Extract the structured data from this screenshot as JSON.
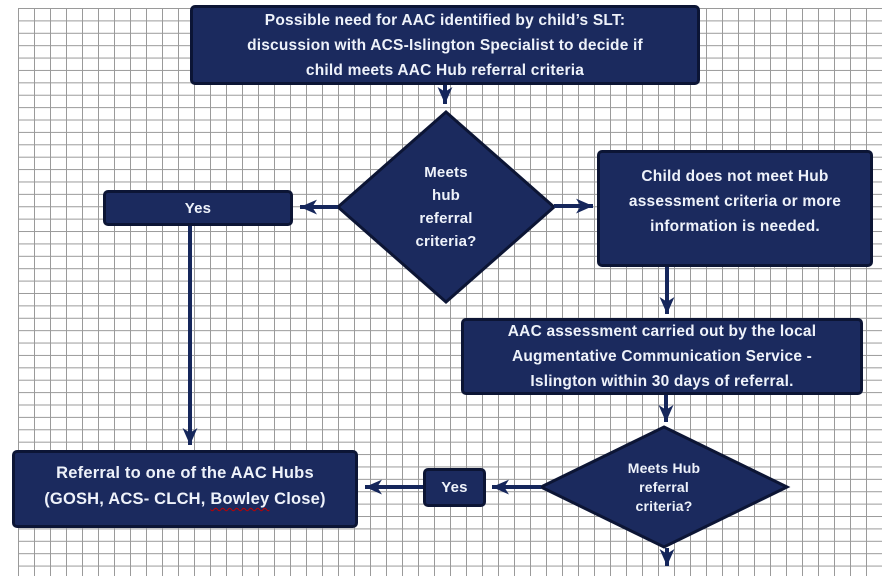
{
  "diagram": {
    "type": "flowchart",
    "subject": "AAC Hub referral pathway",
    "style": {
      "page_color": "#ffffff",
      "grid_color": "#9a9a9a",
      "node_fill": "#1b2a5e",
      "node_border": "#0c1535",
      "node_text_color": "#eef2fa",
      "connector_color": "#15265b",
      "spellcheck_underline_color": "#c00000"
    },
    "nodes": {
      "start": {
        "shape": "rectangle",
        "lines": [
          "Possible need for AAC identified by child’s SLT:",
          "discussion with ACS-Islington Specialist to decide if",
          "child meets AAC Hub referral criteria"
        ]
      },
      "decision1": {
        "shape": "diamond",
        "lines": [
          "Meets",
          "hub",
          "referral",
          "criteria?"
        ]
      },
      "yes1": {
        "shape": "rectangle",
        "label": "Yes"
      },
      "not_met": {
        "shape": "rectangle",
        "lines": [
          "Child does not meet Hub",
          "assessment criteria or more",
          "information is needed."
        ]
      },
      "assessment": {
        "shape": "rectangle",
        "lines": [
          "AAC assessment carried out by the local",
          "Augmentative Communication Service -",
          "Islington within 30 days of referral."
        ]
      },
      "decision2": {
        "shape": "diamond",
        "lines": [
          "Meets Hub",
          "referral",
          "criteria?"
        ]
      },
      "yes2": {
        "shape": "rectangle",
        "label": "Yes"
      },
      "referral_hubs": {
        "shape": "rectangle",
        "line1": "Referral to one of the AAC Hubs",
        "line2_prefix": "(GOSH, ACS- CLCH, ",
        "line2_spellchecked_word": "Bowley",
        "line2_suffix": " Close)"
      }
    },
    "connectors": [
      {
        "from": "start",
        "to": "decision1"
      },
      {
        "from": "decision1",
        "to": "yes1"
      },
      {
        "from": "decision1",
        "to": "not_met"
      },
      {
        "from": "yes1",
        "to": "referral_hubs"
      },
      {
        "from": "not_met",
        "to": "assessment"
      },
      {
        "from": "assessment",
        "to": "decision2"
      },
      {
        "from": "decision2",
        "to": "yes2"
      },
      {
        "from": "yes2",
        "to": "referral_hubs"
      },
      {
        "from": "decision2",
        "to": "continues-off-page"
      }
    ]
  }
}
